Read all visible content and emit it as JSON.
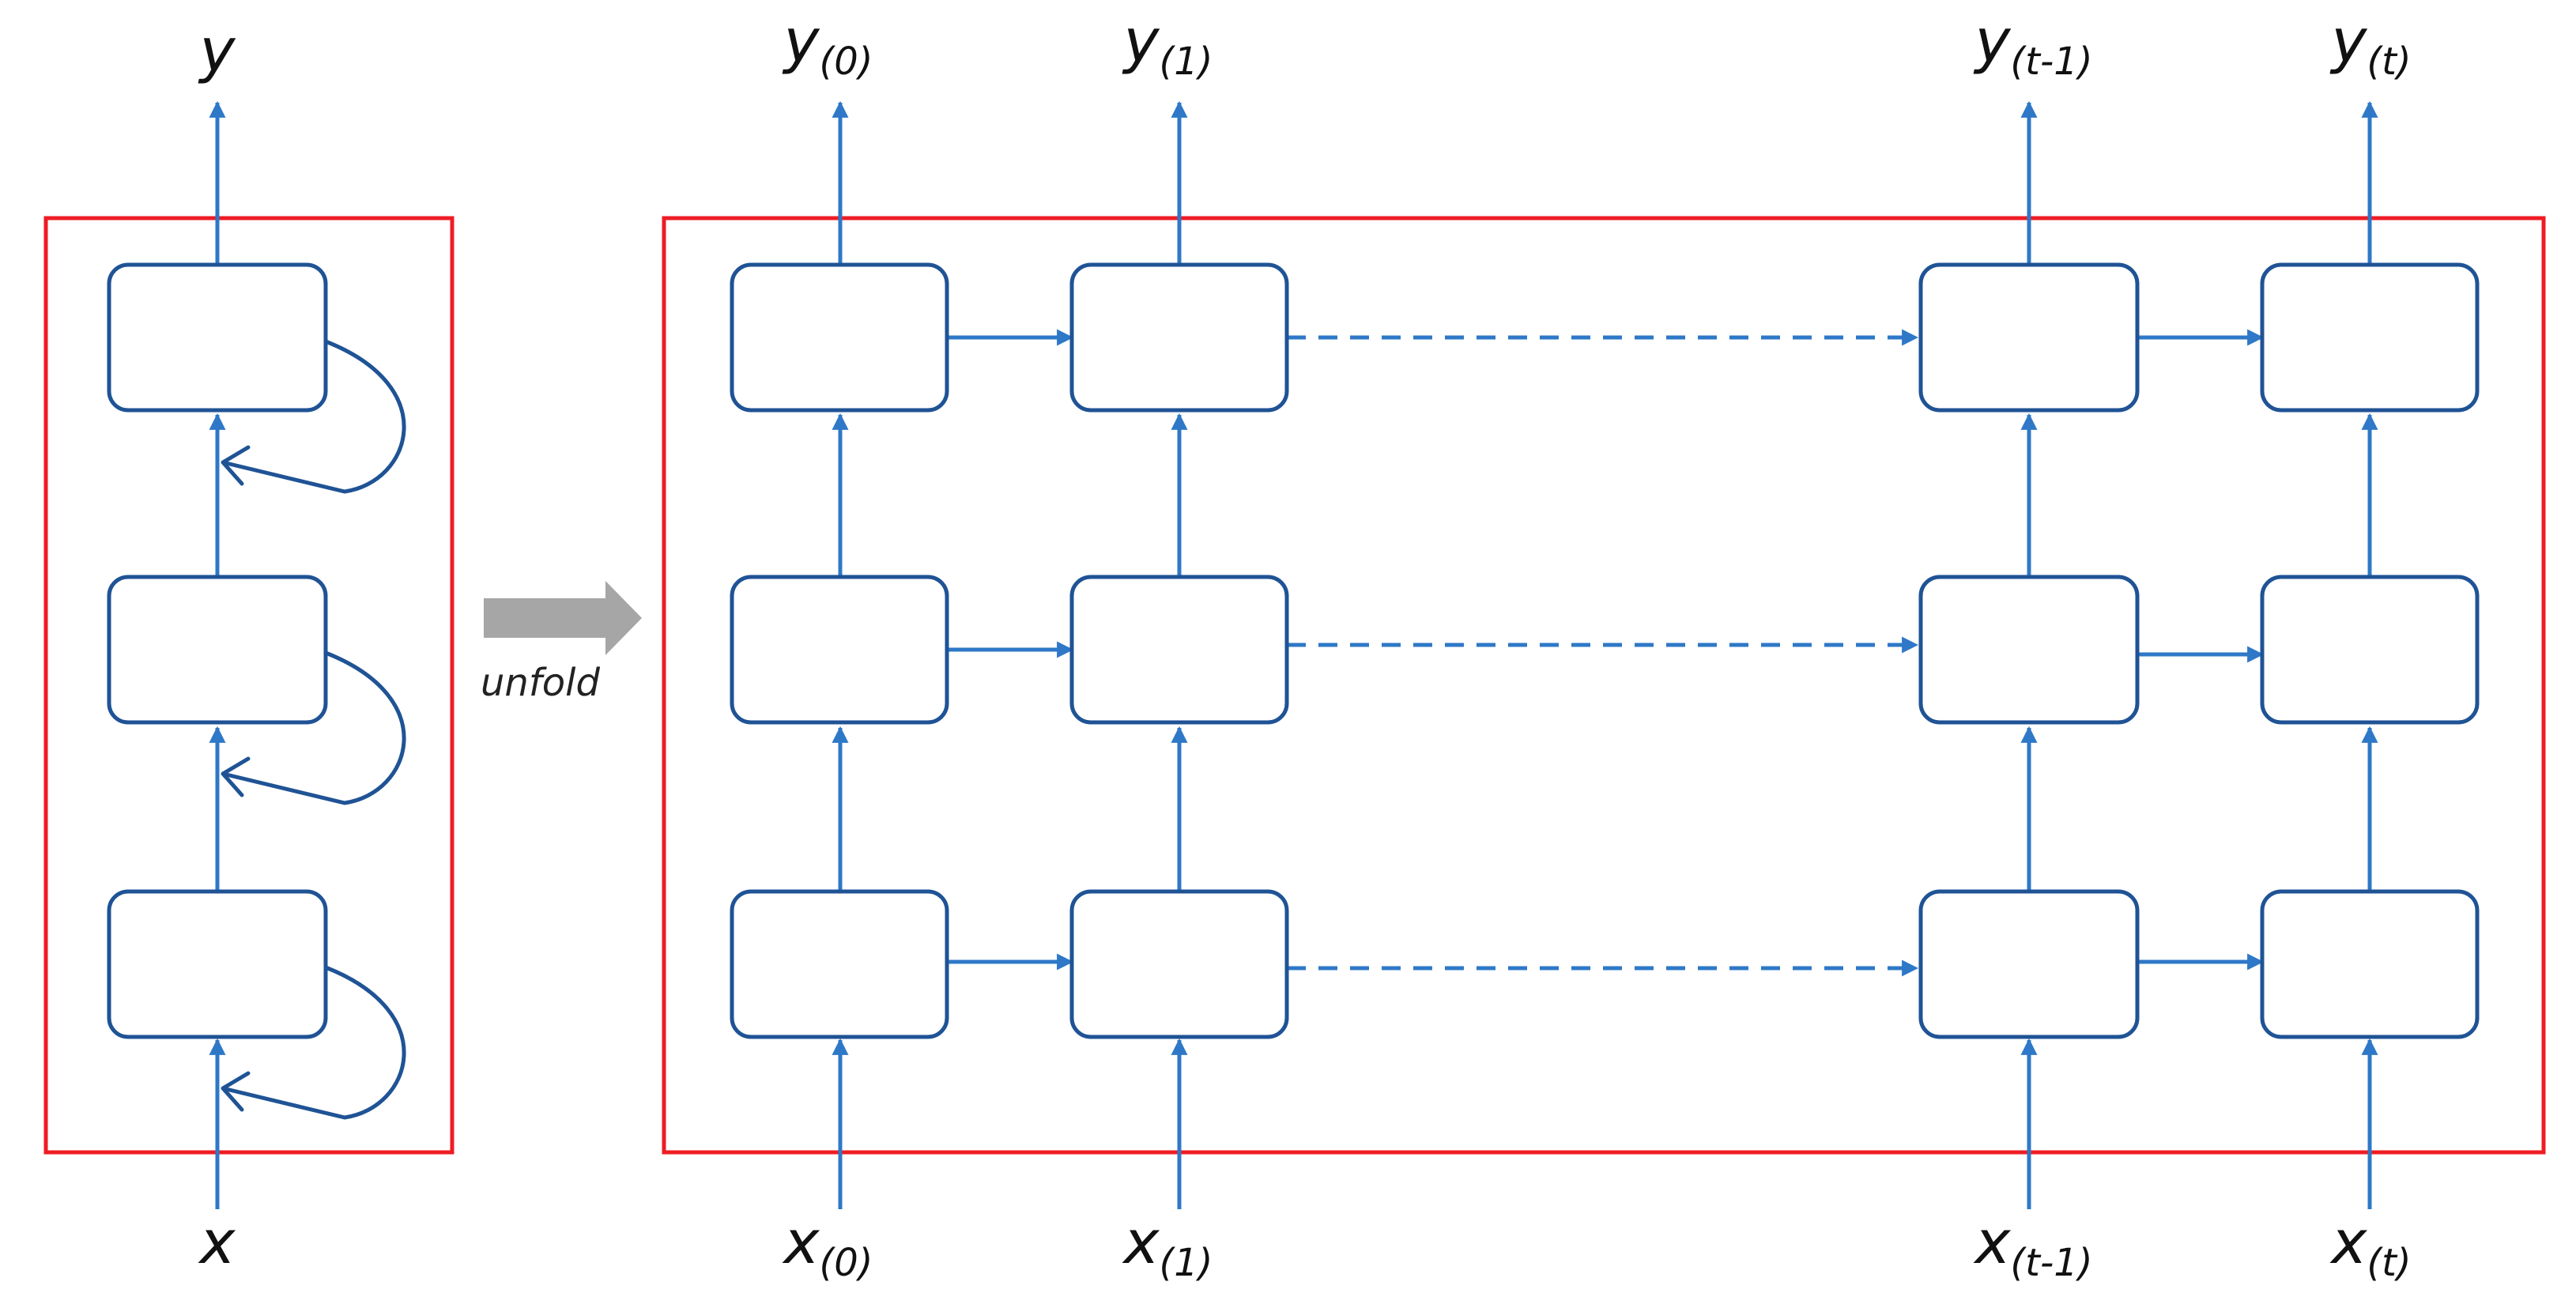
{
  "folded": {
    "output": "y",
    "input": "x"
  },
  "transition": {
    "label": "unfold"
  },
  "unrolled": {
    "columns": [
      {
        "output_base": "y",
        "output_sub": "(0)",
        "input_base": "x",
        "input_sub": "(0)"
      },
      {
        "output_base": "y",
        "output_sub": "(1)",
        "input_base": "x",
        "input_sub": "(1)"
      },
      {
        "output_base": "y",
        "output_sub": "(t-1)",
        "input_base": "x",
        "input_sub": "(t-1)"
      },
      {
        "output_base": "y",
        "output_sub": "(t)",
        "input_base": "x",
        "input_sub": "(t)"
      }
    ]
  },
  "colors": {
    "frame": "#ee1c24",
    "cell_border": "#1f5395",
    "connector": "#2e78c7",
    "unfold_arrow": "#a6a6a6"
  }
}
